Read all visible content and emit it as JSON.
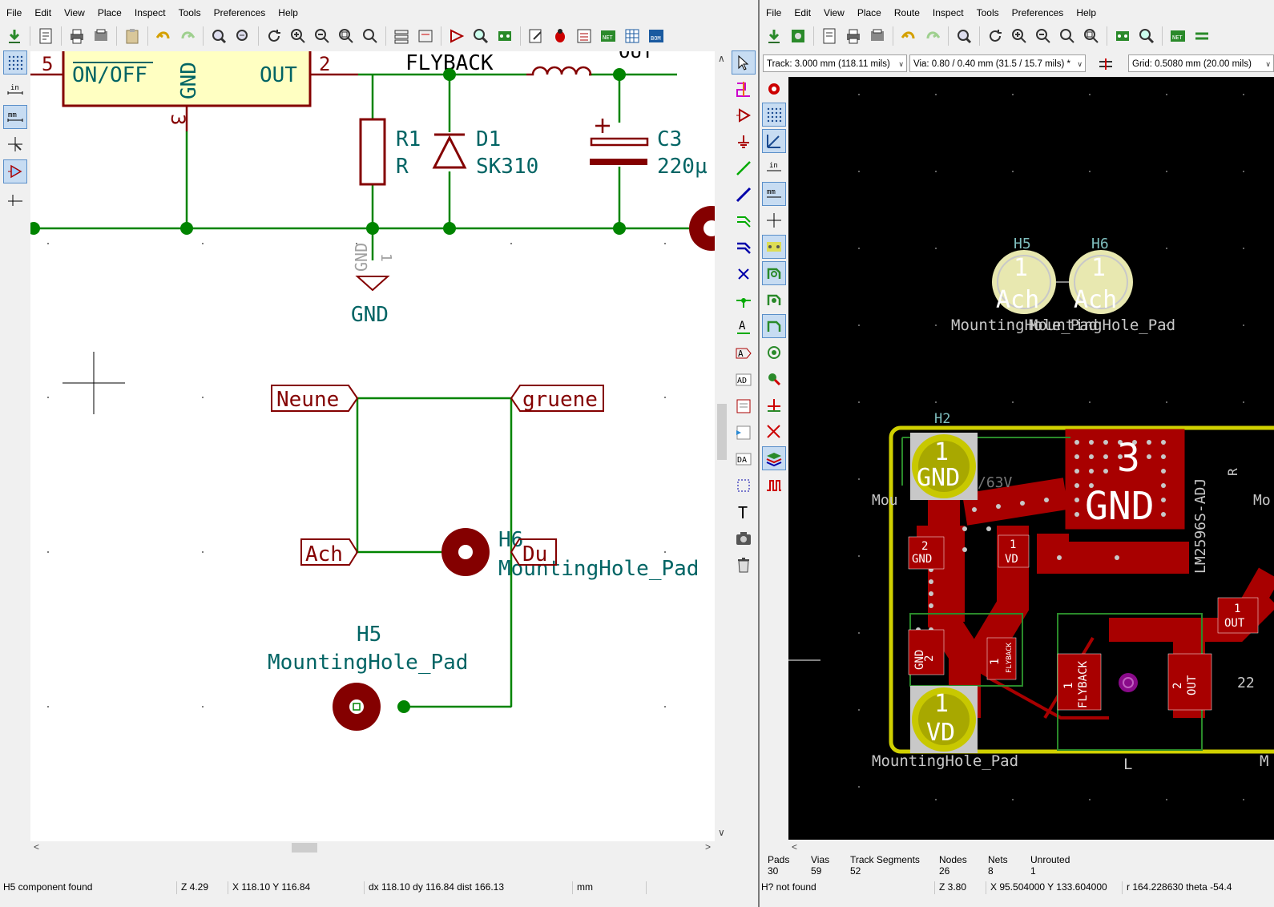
{
  "schematic": {
    "menu": [
      "File",
      "Edit",
      "View",
      "Place",
      "Inspect",
      "Tools",
      "Preferences",
      "Help"
    ],
    "canvas": {
      "reg_pin_left": "5",
      "reg_pin_onoff": "ON/OFF",
      "reg_pin_gnd": "GND",
      "reg_pin_out": "OUT",
      "reg_pin_right": "2",
      "reg_pin_bottom": "3",
      "flyback_label": "FLYBACK",
      "out_label": "OUT",
      "r1_ref": "R1",
      "r1_val": "R",
      "d1_ref": "D1",
      "d1_val": "SK310",
      "c3_ref": "C3",
      "c3_val": "220µ",
      "gnd_label": "GND",
      "gnd_pin_text": "GND",
      "gnd_pin_num": "1",
      "label_neune": "Neune",
      "label_gruene": "gruene",
      "label_ach": "Ach",
      "label_du": "Du",
      "h6_ref": "H6",
      "h6_val": "MountingHole_Pad",
      "h5_ref": "H5",
      "h5_val": "MountingHole_Pad"
    },
    "status": {
      "message": "H5 component found",
      "zoom": "Z 4.29",
      "xy": "X 118.10  Y 116.84",
      "delta": "dx 118.10  dy 116.84  dist 166.13",
      "units": "mm"
    },
    "left_toolbar": [
      "grid",
      "in",
      "mm",
      "cursor",
      "hidden-pins",
      "bus-entry"
    ],
    "right_toolbar": [
      "select",
      "highlight-net",
      "add-symbol",
      "add-power",
      "add-wire",
      "add-bus",
      "add-bus-entry",
      "add-label-entry",
      "no-connect",
      "junction",
      "net-label",
      "global-label",
      "hier-label",
      "hier-sheet",
      "import-pin",
      "hier-pin",
      "add-graphic-line",
      "add-text",
      "add-image",
      "delete"
    ]
  },
  "pcb": {
    "menu": [
      "File",
      "Edit",
      "View",
      "Place",
      "Route",
      "Inspect",
      "Tools",
      "Preferences",
      "Help"
    ],
    "track_combo": "Track: 3.000 mm (118.11 mils)",
    "via_combo": "Via: 0.80 / 0.40 mm (31.5 / 15.7 mils) *",
    "grid_combo": "Grid: 0.5080 mm (20.00 mils)",
    "canvas": {
      "h5_ref": "H5",
      "h6_ref": "H6",
      "h5_num": "1",
      "h6_num": "1",
      "h5_net": "Ach",
      "h6_net": "Ach",
      "mh_label_top": "MountingHole_Pad",
      "mh_label_top2": "MountingHole_Pad",
      "h2_ref": "H2",
      "h2_num": "1",
      "h2_net": "GND",
      "big_pad_num": "3",
      "big_pad_net": "GND",
      "vd_num": "1",
      "vd_net": "VD",
      "mh_label_bottom": "MountingHole_Pad",
      "lm_label": "LM2596S-ADJ",
      "mou_label": "Mou",
      "c63v": "/63V",
      "pad2_num": "2",
      "pad2_net": "GND",
      "pad_vd_num": "1",
      "pad_vd_net": "VD",
      "pad_gnd2_num": "2",
      "pad_gnd2_net": "GND",
      "pad_fly_num": "1",
      "pad_fly_net": "FLYBACK",
      "pad_fly2_num": "1",
      "pad_fly2_net": "FLYBACK",
      "pad_out_num": "2",
      "pad_out_net": "OUT",
      "pad_out2_num": "1",
      "pad_out2_net": "OUT",
      "l_label": "L",
      "r_label": "R",
      "mo_label": "Mo",
      "m_label": "M",
      "num_22": "22"
    },
    "stats": [
      {
        "label": "Pads",
        "value": "30"
      },
      {
        "label": "Vias",
        "value": "59"
      },
      {
        "label": "Track Segments",
        "value": "52"
      },
      {
        "label": "Nodes",
        "value": "26"
      },
      {
        "label": "Nets",
        "value": "8"
      },
      {
        "label": "Unrouted",
        "value": "1"
      }
    ],
    "status": {
      "message": "H? not found",
      "zoom": "Z 3.80",
      "xy": "X 95.504000  Y 133.604000",
      "polar": "r 164.228630  theta -54.4"
    }
  },
  "colors": {
    "wire": "#008400",
    "component": "#840000",
    "component_fill": "#ffffc2",
    "text_teal": "#006464",
    "pcb_copper": "#a80000",
    "pcb_pad": "#c8c800",
    "pcb_edge": "#d0d000",
    "pcb_silk": "#c8c8c8"
  }
}
